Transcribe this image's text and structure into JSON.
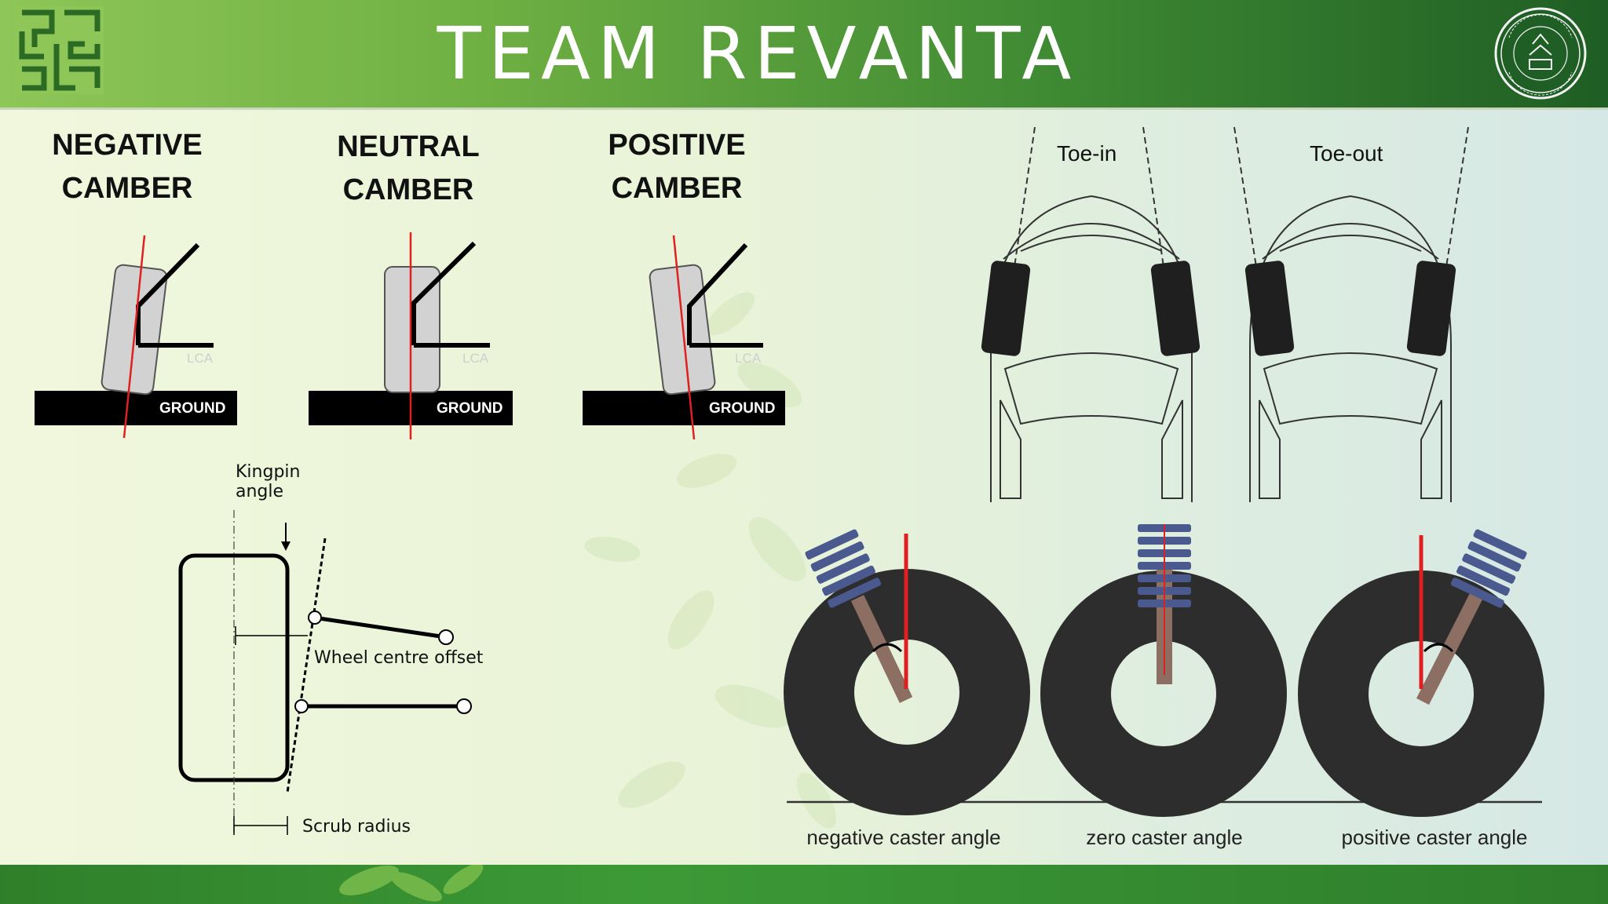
{
  "header": {
    "title": "TEAM REVANTA",
    "logo_left": "maze-logo-icon",
    "logo_right": "institute-seal-icon"
  },
  "camber": {
    "titles": [
      {
        "line1": "NEGATIVE",
        "line2": "CAMBER"
      },
      {
        "line1": "NEUTRAL",
        "line2": "CAMBER"
      },
      {
        "line1": "POSITIVE",
        "line2": "CAMBER"
      }
    ],
    "ground_label": "GROUND",
    "lca_label": "LCA"
  },
  "kingpin": {
    "angle_line1": "Kingpin",
    "angle_line2": "angle",
    "wheel_centre_offset": "Wheel centre offset",
    "scrub_radius": "Scrub radius"
  },
  "toe": {
    "toe_in": "Toe-in",
    "toe_out": "Toe-out"
  },
  "caster": {
    "negative": "negative caster angle",
    "zero": "zero caster angle",
    "positive": "positive caster angle"
  },
  "colors": {
    "header_start": "#8ec658",
    "header_end": "#1f5e24",
    "reference_line": "#e02020",
    "spring": "#4a5a8f",
    "strut": "#8d6e63",
    "tyre": "#2d2d2d"
  }
}
